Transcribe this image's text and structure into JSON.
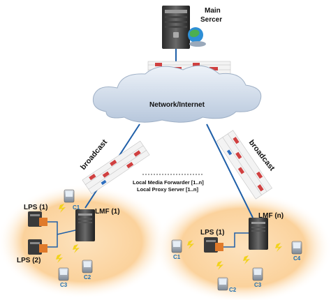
{
  "main_server": {
    "line1": "Main",
    "line2": "Sercer"
  },
  "cloud_label": "Network/Internet",
  "broadcast_left": "broadcast",
  "broadcast_right": "broadcast",
  "legend": {
    "line1": "Local Media Forwarder [1..n]",
    "line2": "Local Proxy Server [1..n]"
  },
  "left_cluster": {
    "lps_top": "LPS (1)",
    "lps_bottom": "LPS (2)",
    "lmf": "LMF (1)",
    "clients": [
      "C1",
      "C2",
      "C3"
    ]
  },
  "right_cluster": {
    "lps": "LPS (1)",
    "lmf": "LMF (n)",
    "clients": [
      "C1",
      "C2",
      "C3",
      "C4"
    ]
  },
  "colors": {
    "zone": "#f6a94a",
    "link": "#1f5fa8",
    "client_label": "#1f6fb0",
    "cloud": "#c9d6e6"
  }
}
